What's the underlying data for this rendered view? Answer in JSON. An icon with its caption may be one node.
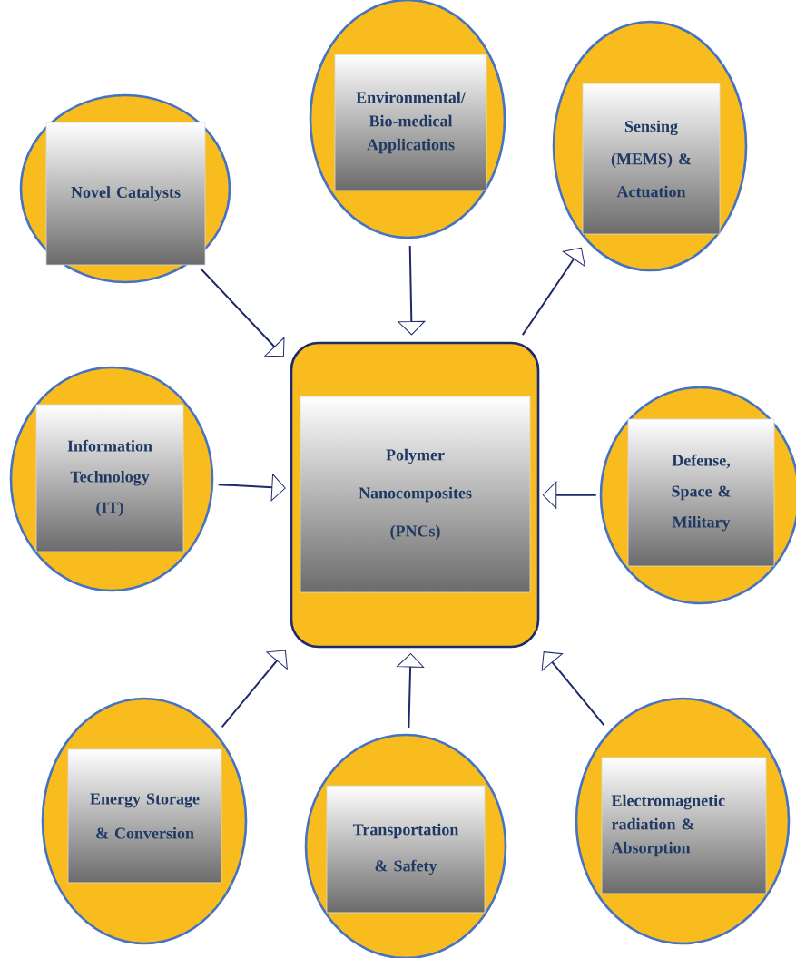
{
  "diagram": {
    "nodes": [
      {
        "text": [],
        "shape": "circle"
      },
      {
        "text": [
          "Novel Catalysts"
        ],
        "in": 0
      },
      {
        "text": [],
        "shape": "circle"
      },
      {
        "text": [
          "Environmental/ Bio-medical Applications"
        ],
        "in": 2
      },
      {
        "text": [],
        "shape": "circle"
      },
      {
        "text": [
          "Sensing (MEMS) & Actuation"
        ],
        "in": 4
      },
      {
        "text": [],
        "shape": "circle"
      },
      {
        "text": [
          "Information Technology (IT)"
        ],
        "in": 6
      },
      {
        "text": [],
        "shape": "box"
      },
      {
        "text": [
          "Polymer Nanocomposites (PNCs)"
        ],
        "in": 8
      },
      {
        "text": [],
        "shape": "circle"
      },
      {
        "text": [
          "Defense, Space & Military"
        ],
        "in": 10
      },
      {
        "text": [],
        "shape": "circle"
      },
      {
        "text": [
          "Energy Storage & Conversion"
        ],
        "in": 12
      },
      {
        "text": [],
        "shape": "circle"
      },
      {
        "text": [
          "Transportation & Safety"
        ],
        "in": 14
      },
      {
        "text": [],
        "shape": "circle"
      },
      {
        "text": [
          "Electromagnetic radiation & Absorption"
        ],
        "in": 16
      }
    ],
    "edges": [
      {
        "from": 0,
        "to": 8,
        "arrow": "to"
      },
      {
        "from": 2,
        "to": 8,
        "arrow": "to"
      },
      {
        "from": 8,
        "to": 4,
        "arrow": "to"
      },
      {
        "from": 6,
        "to": 8,
        "arrow": "to"
      },
      {
        "from": 10,
        "to": 8,
        "arrow": "to"
      },
      {
        "from": 12,
        "to": 8,
        "arrow": "to"
      },
      {
        "from": 14,
        "to": 8,
        "arrow": "to"
      },
      {
        "from": 16,
        "to": 8,
        "arrow": "to"
      }
    ]
  }
}
